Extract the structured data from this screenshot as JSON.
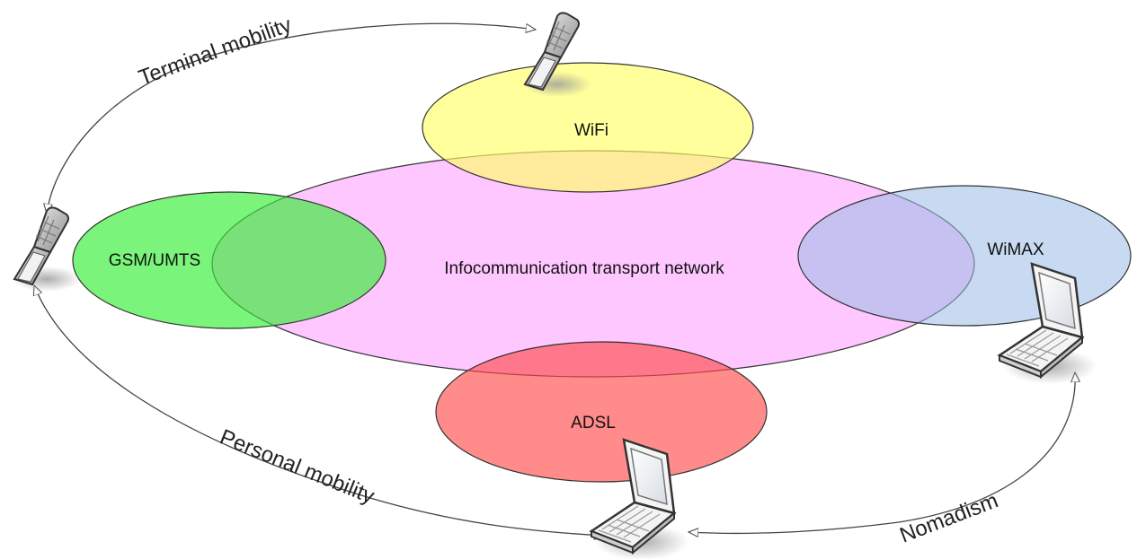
{
  "networks": {
    "transport": {
      "label": "Infocommunication transport network",
      "color": "#ff99ff"
    },
    "wifi": {
      "label": "WiFi",
      "color": "#ffff66"
    },
    "gsm": {
      "label": "GSM/UMTS",
      "color": "#33ee33"
    },
    "wimax": {
      "label": "WiMAX",
      "color": "#99bbe6"
    },
    "adsl": {
      "label": "ADSL",
      "color": "#ff4d4d"
    }
  },
  "mobility": {
    "terminal": "Terminal mobility",
    "personal": "Personal mobility",
    "nomadism": "Nomadism"
  },
  "devices": {
    "phone_top": "phone-icon",
    "phone_left": "phone-icon",
    "laptop_right": "laptop-icon",
    "laptop_bottom": "laptop-icon"
  }
}
